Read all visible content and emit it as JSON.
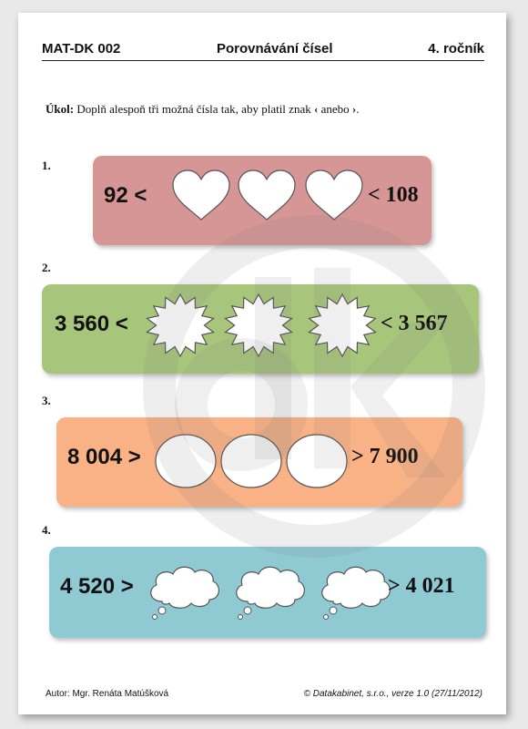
{
  "header": {
    "code": "MAT-DK 002",
    "title": "Porovnávání čísel",
    "grade": "4. ročník"
  },
  "task": {
    "label": "Úkol:",
    "text": "Doplň alespoň tři možná čísla tak, aby platil znak",
    "lt": "‹",
    "connector": "anebo",
    "gt": "›",
    "end": "."
  },
  "exercises": [
    {
      "number": "1.",
      "left": "92 <",
      "right": "< 108",
      "shape": "heart",
      "color": "#d79696"
    },
    {
      "number": "2.",
      "left": "3 560 <",
      "right": "< 3 567",
      "shape": "star-burst",
      "color": "#a7c57b"
    },
    {
      "number": "3.",
      "left": "8 004 >",
      "right": "> 7 900",
      "shape": "oval",
      "color": "#f9b186"
    },
    {
      "number": "4.",
      "left": "4 520 >",
      "right": "> 4 021",
      "shape": "cloud",
      "color": "#8fcad3"
    }
  ],
  "footer": {
    "author": "Autor: Mgr. Renáta Matúšková",
    "copyright": "© Datakabinet, s.r.o., verze 1.0 (27/11/2012)"
  }
}
